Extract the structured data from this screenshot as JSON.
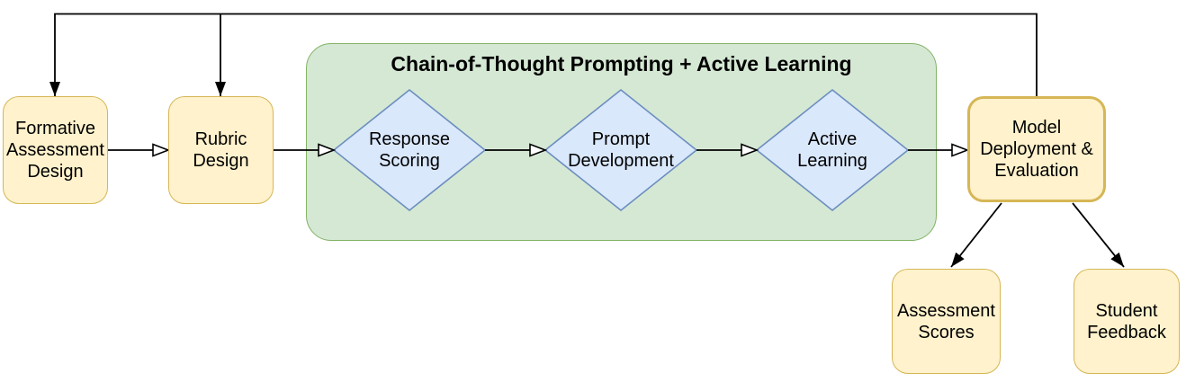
{
  "colors": {
    "canvas_bg": "#ffffff",
    "process_fill": "#fff2cc",
    "process_stroke": "#d6b656",
    "group_fill": "#d5e8d4",
    "group_stroke": "#82b366",
    "decision_fill": "#dae8fc",
    "decision_stroke": "#6c8ebf",
    "edge": "#000000"
  },
  "group": {
    "title": "Chain-of-Thought Prompting + Active Learning"
  },
  "nodes": {
    "formative": {
      "label": "Formative\nAssessment\nDesign",
      "type": "process"
    },
    "rubric": {
      "label": "Rubric\nDesign",
      "type": "process"
    },
    "response_scoring": {
      "label": "Response\nScoring",
      "type": "decision"
    },
    "prompt_development": {
      "label": "Prompt\nDevelopment",
      "type": "decision"
    },
    "active_learning": {
      "label": "Active\nLearning",
      "type": "decision"
    },
    "model_deployment": {
      "label": "Model\nDeployment &\nEvaluation",
      "type": "process-emphasized"
    },
    "assessment_scores": {
      "label": "Assessment\nScores",
      "type": "process"
    },
    "student_feedback": {
      "label": "Student\nFeedback",
      "type": "process"
    }
  },
  "edges": [
    {
      "from": "formative",
      "to": "rubric",
      "arrowhead": "open"
    },
    {
      "from": "rubric",
      "to": "response_scoring",
      "arrowhead": "open"
    },
    {
      "from": "response_scoring",
      "to": "prompt_development",
      "arrowhead": "open"
    },
    {
      "from": "prompt_development",
      "to": "active_learning",
      "arrowhead": "open"
    },
    {
      "from": "active_learning",
      "to": "model_deployment",
      "arrowhead": "open"
    },
    {
      "from": "model_deployment",
      "to": "assessment_scores",
      "arrowhead": "solid"
    },
    {
      "from": "model_deployment",
      "to": "student_feedback",
      "arrowhead": "solid"
    },
    {
      "from": "model_deployment",
      "to": "formative",
      "arrowhead": "solid",
      "type": "feedback-loop"
    },
    {
      "from": "model_deployment",
      "to": "rubric",
      "arrowhead": "solid",
      "type": "feedback-loop"
    }
  ]
}
